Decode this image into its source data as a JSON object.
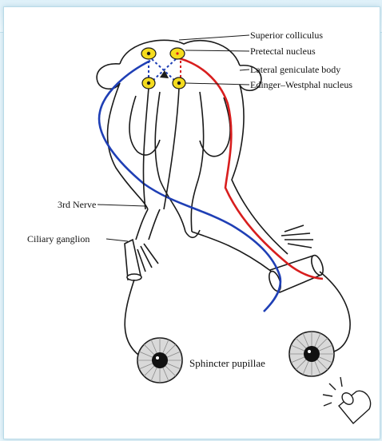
{
  "labels": {
    "superior_colliculus": "Superior colliculus",
    "pretectal_nucleus": "Pretectal nucleus",
    "lateral_geniculate_body": "Lateral geniculate body",
    "edinger_westphal_nucleus": "Edinger–Westphal nucleus",
    "third_nerve": "3rd Nerve",
    "ciliary_ganglion": "Ciliary ganglion",
    "sphincter_pupillae": "Sphincter pupillae"
  },
  "colors": {
    "left_pathway": "#1f3fb5",
    "right_pathway": "#d81e1e",
    "nucleus_fill": "#f5dc1e",
    "connector": "#1f3fb5",
    "outline": "#1a1a1a"
  },
  "icons": {
    "light_source": "flashlight-icon"
  }
}
